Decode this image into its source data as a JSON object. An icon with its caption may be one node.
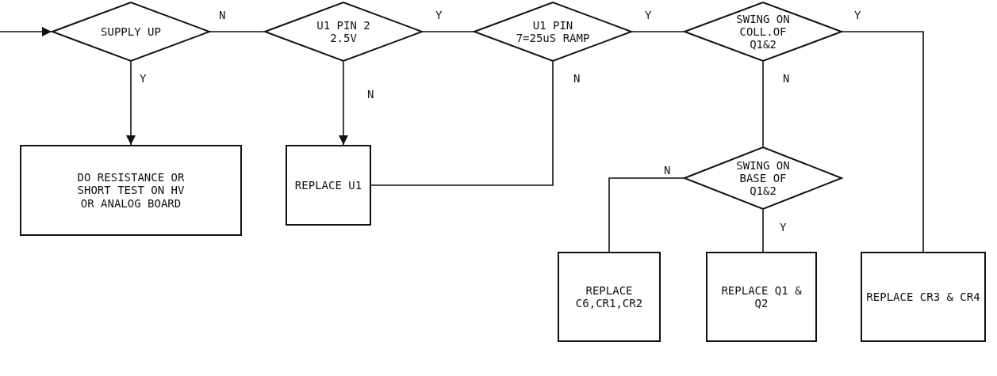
{
  "diagram": {
    "nodes": [
      {
        "text": [
          "SUPPLY UP"
        ]
      },
      {
        "text": [
          "DO RESISTANCE OR SHORT TEST ON HV OR ANALOG BOARD"
        ]
      },
      {
        "text": [
          "U1 PIN 2 2.5V"
        ]
      },
      {
        "text": [
          "REPLACE U1"
        ]
      },
      {
        "text": [
          "U1 PIN 7=25uS RAMP"
        ]
      },
      {
        "text": [
          "SWING ON COLL.OF Q1&2"
        ]
      },
      {
        "text": [
          "SWING ON BASE OF Q1&2"
        ]
      },
      {
        "text": [
          "REPLACE C6,CR1,CR2"
        ]
      },
      {
        "text": [
          "REPLACE Q1 & Q2"
        ]
      },
      {
        "text": [
          "REPLACE CR3 & CR4"
        ]
      }
    ],
    "edges": [
      {
        "from": null,
        "to": 0,
        "arrow": "to"
      },
      {
        "from": 0,
        "to": 1,
        "arrow": "to",
        "label": "Y"
      },
      {
        "from": 0,
        "to": 2,
        "arrow": "none",
        "label": "N"
      },
      {
        "from": 2,
        "to": 3,
        "arrow": "to",
        "label": "N"
      },
      {
        "from": 2,
        "to": 4,
        "arrow": "none",
        "label": "Y"
      },
      {
        "from": 4,
        "to": 3,
        "arrow": "none",
        "label": "N"
      },
      {
        "from": 4,
        "to": 5,
        "arrow": "none",
        "label": "Y"
      },
      {
        "from": 5,
        "to": 6,
        "arrow": "none",
        "label": "N"
      },
      {
        "from": 5,
        "to": 9,
        "arrow": "none",
        "label": "Y"
      },
      {
        "from": 6,
        "to": 7,
        "arrow": "none",
        "label": "N"
      },
      {
        "from": 6,
        "to": 8,
        "arrow": "none",
        "label": "Y"
      }
    ]
  }
}
